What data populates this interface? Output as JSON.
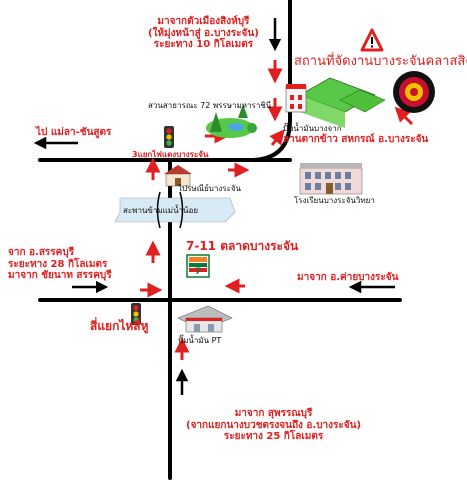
{
  "labels": {
    "from_singburi": [
      "มาจากตัวเมืองสิงห์บุรี",
      "(ให้มุ่งหน้าสู่ อ.บางระจัน)",
      "ระยะทาง 10 กิโลเมตร"
    ],
    "venue": "สถานที่จัดงานบางระจันคลาสสิค",
    "gas_station_farmers": [
      "ปั๊มน้ำมันบางจาก",
      "ลานตากข้าว สหกรณ์ อ.บางระจัน"
    ],
    "park": "สวนสาธารณะ 72 พรรษามหาราชินี",
    "to_maela": "ไป แม่ลา-ชันสูตร",
    "intersection_3": "3แยกไฟแดงบางระจัน",
    "post_office": "ไปรษณีย์บางระจัน",
    "school": "โรงเรียนบางระจันวิทยา",
    "bridge": "สะพานข้ามแม่น้ำน้อย",
    "seven_eleven": "7-11 ตลาดบางระจัน",
    "from_sankhaburi": [
      "จาก อ.สรรคบุรี",
      "ระยะทาง 28 กิโลเมตร",
      "มาจาก ชัยนาท สรรคบุรี"
    ],
    "from_khaibangrachan": "มาจาก อ.ค่ายบางระจัน",
    "intersection_4": "สี่แยกไหสี่หู",
    "pt_station": "ปั๊มน้ำมัน PT",
    "from_suphanburi": [
      "มาจาก สุพรรณบุรี",
      "(จากแยกนางบวชตรงจนถึง อ.บางระจัน)",
      "ระยะทาง 25 กิโลเมตร"
    ]
  },
  "icons": [
    "warning-sign-icon",
    "seal-logo",
    "traffic-light-icon",
    "seven-eleven-logo",
    "building-icon",
    "park-icon",
    "fuel-pump-icon"
  ],
  "colors": {
    "road": "#000000",
    "arrow": "#e02020",
    "label_red": "#e02020",
    "grass": "#4fbf3a",
    "river": "#d8eaf5"
  }
}
